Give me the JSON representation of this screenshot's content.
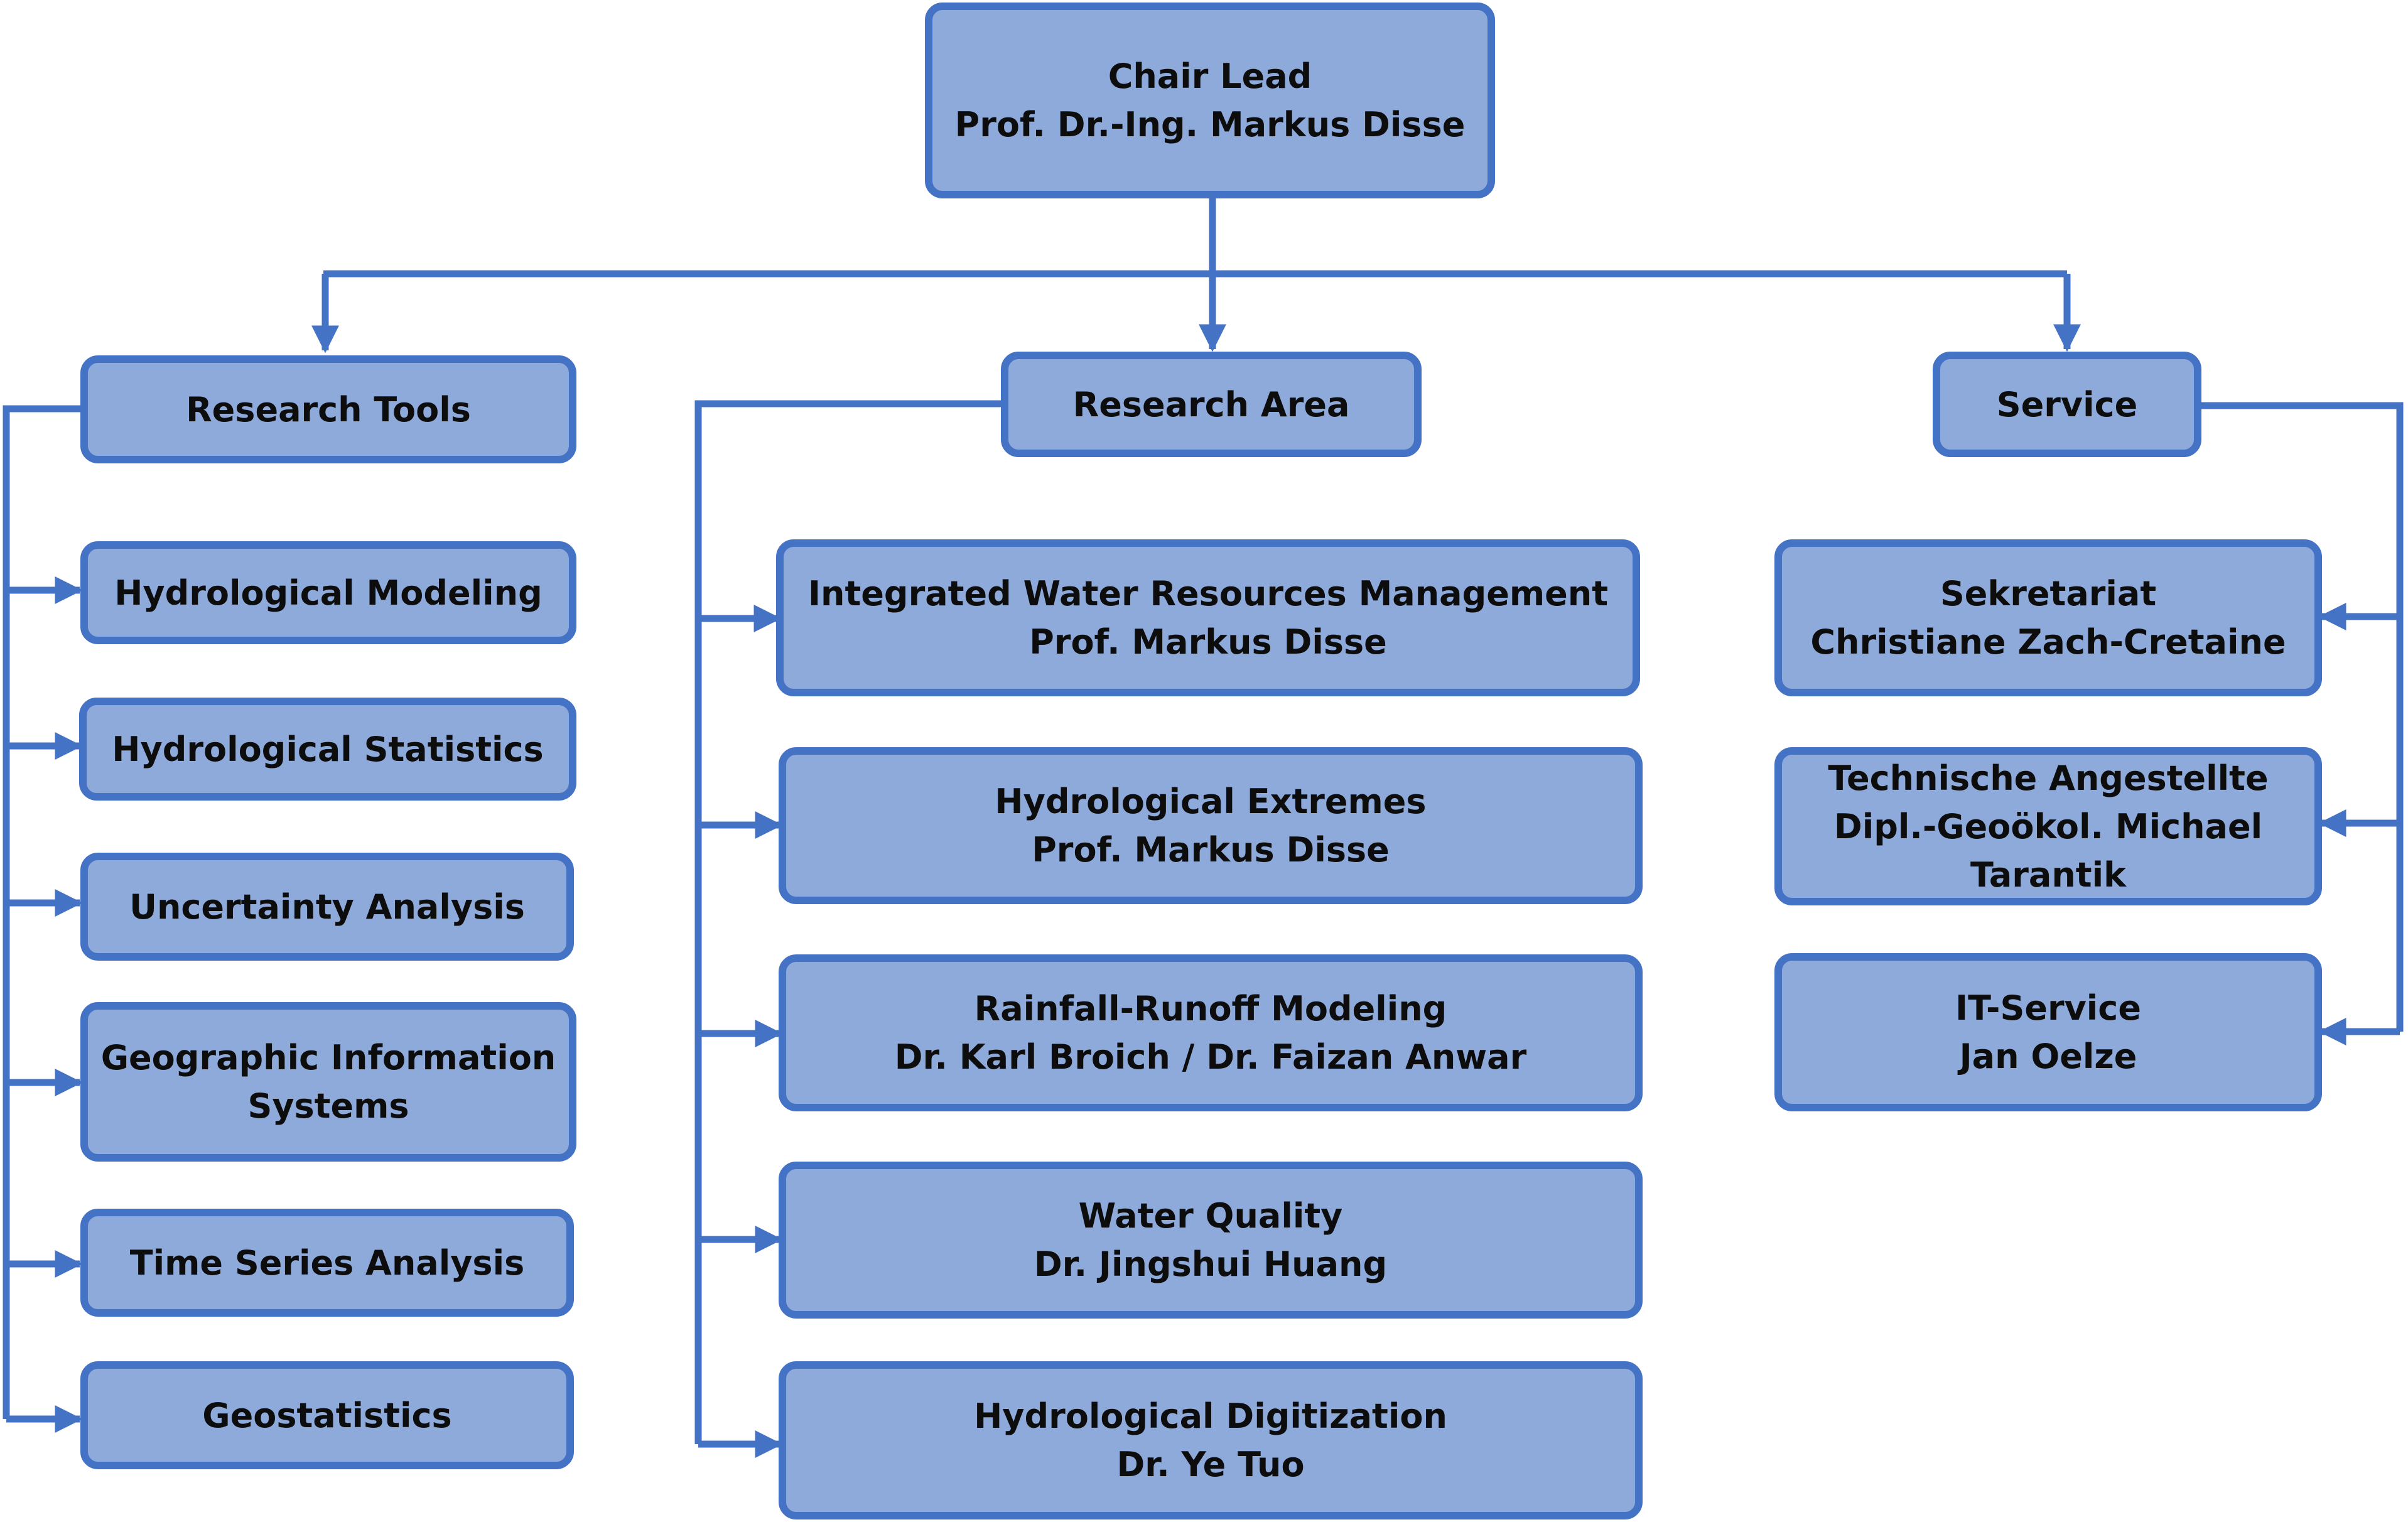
{
  "chair": {
    "line1": "Chair Lead",
    "line2": "Prof. Dr.-Ing. Markus Disse"
  },
  "research_tools": {
    "title": "Research Tools",
    "items": [
      {
        "label": "Hydrological Modeling"
      },
      {
        "label": "Hydrological Statistics"
      },
      {
        "label": "Uncertainty Analysis"
      },
      {
        "label1": "Geographic Information",
        "label2": "Systems"
      },
      {
        "label": "Time Series Analysis"
      },
      {
        "label": "Geostatistics"
      }
    ]
  },
  "research_area": {
    "title": "Research Area",
    "items": [
      {
        "name": "Integrated Water Resources Management",
        "lead": "Prof. Markus Disse"
      },
      {
        "name": "Hydrological Extremes",
        "lead": "Prof. Markus Disse"
      },
      {
        "name": "Rainfall-Runoff Modeling",
        "lead": "Dr. Karl Broich / Dr. Faizan Anwar"
      },
      {
        "name": "Water Quality",
        "lead": "Dr. Jingshui Huang"
      },
      {
        "name": "Hydrological Digitization",
        "lead": "Dr. Ye Tuo"
      }
    ]
  },
  "service": {
    "title": "Service",
    "items": [
      {
        "name": "Sekretariat",
        "person": "Christiane Zach-Cretaine"
      },
      {
        "name": "Technische Angestellte",
        "person1": "Dipl.-Geoökol. Michael",
        "person2": "Tarantik"
      },
      {
        "name": "IT-Service",
        "person": "Jan Oelze"
      }
    ]
  },
  "colors": {
    "box_fill": "#8eaadb",
    "box_border": "#4472c4",
    "connector": "#4472c4",
    "text": "#0d0d0d"
  }
}
